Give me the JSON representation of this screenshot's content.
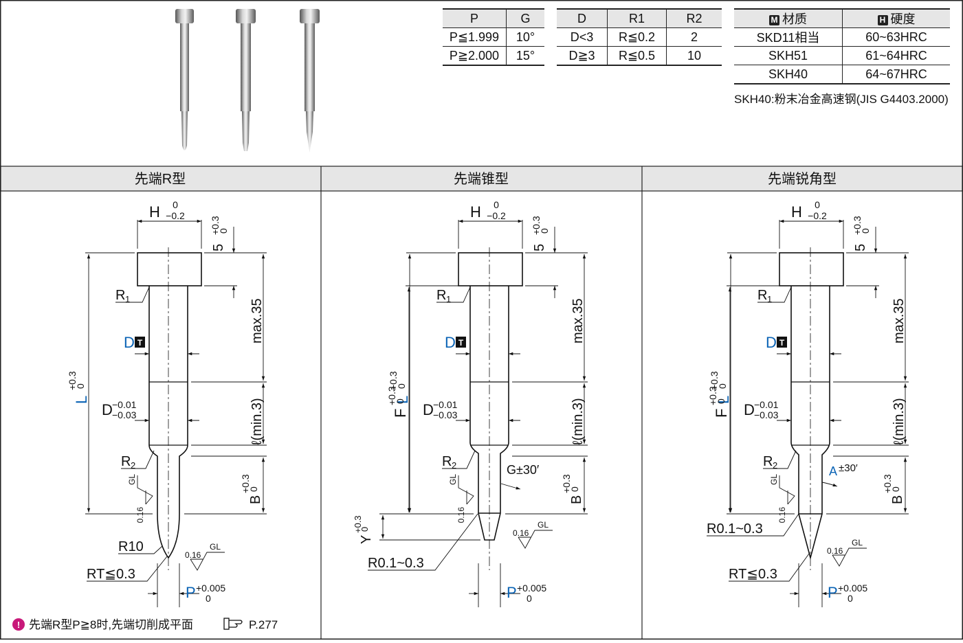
{
  "table_pg": {
    "headers": [
      "P",
      "G"
    ],
    "rows": [
      [
        "P≦1.999",
        "10°"
      ],
      [
        "P≧2.000",
        "15°"
      ]
    ]
  },
  "table_dr": {
    "headers": [
      "D",
      "R1",
      "R2"
    ],
    "rows": [
      [
        "D<3",
        "R≦0.2",
        "2"
      ],
      [
        "D≧3",
        "R≦0.5",
        "10"
      ]
    ]
  },
  "table_material": {
    "badge_material": "M",
    "header_material": "材质",
    "badge_hardness": "H",
    "header_hardness": "硬度",
    "rows": [
      [
        "SKD11相当",
        "60~63HRC"
      ],
      [
        "SKH51",
        "61~64HRC"
      ],
      [
        "SKH40",
        "64~67HRC"
      ]
    ],
    "note": "SKH40:粉末冶金高速钢(JIS G4403.2000)"
  },
  "sections": [
    "先端R型",
    "先端锥型",
    "先端锐角型"
  ],
  "dims": {
    "H": "H",
    "H_tol_upper": "0",
    "H_tol_lower": "−0.2",
    "five": "5",
    "five_tol": "+0.3",
    "zero": "0",
    "max35": "max.35",
    "l_min3": "ℓ(min.3)",
    "L": "L",
    "L_tol": "+0.3",
    "F": "F",
    "F_tol": "+0.3",
    "B": "B",
    "B_tol": "+0.3",
    "Y": "Y",
    "Y_tol": "+0.3",
    "D": "D",
    "T_badge": "T",
    "D_tol_upper": "−0.01",
    "D_tol_lower": "−0.03",
    "R1": "R",
    "R1_sub": "1",
    "R2": "R",
    "R2_sub": "2",
    "R10": "R10",
    "RT": "RT≦0.3",
    "P": "P",
    "P_tol": "+0.005",
    "G_tol": "G±30′",
    "A": "A",
    "A_tol": "±30′",
    "R01": "R0.1~0.3",
    "finish": "0.16",
    "GL": "GL"
  },
  "footnote": {
    "icon": "!",
    "text": "先端R型P≧8时,先端切削成平面",
    "page": "P.277"
  },
  "colors": {
    "accent": "#0a63b5",
    "note_icon": "#c8197a",
    "header_bg": "#e6e6e6"
  }
}
